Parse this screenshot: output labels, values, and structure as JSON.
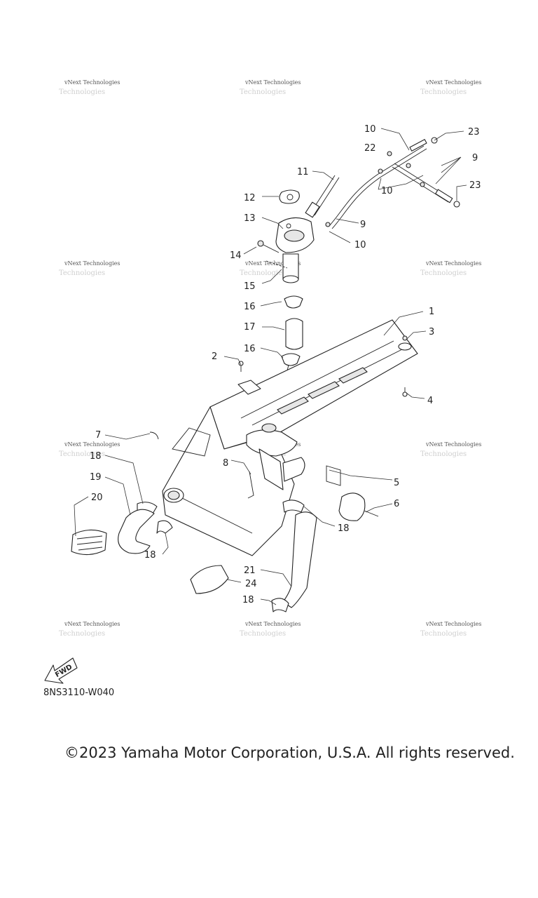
{
  "watermark": {
    "text": "vNext Technologies"
  },
  "callouts": {
    "c1": "1",
    "c2": "2",
    "c3": "3",
    "c4": "4",
    "c5": "5",
    "c6": "6",
    "c7": "7",
    "c8": "8",
    "c9": "9",
    "c10": "10",
    "c11": "11",
    "c12": "12",
    "c13": "13",
    "c14": "14",
    "c15": "15",
    "c16": "16",
    "c17": "17",
    "c18": "18",
    "c19": "19",
    "c20": "20",
    "c21": "21",
    "c22": "22",
    "c23": "23",
    "c24": "24"
  },
  "fwd_label": "FWD",
  "diagram_code": "8NS3110-W040",
  "copyright": "©2023 Yamaha Motor Corporation, U.S.A. All rights reserved."
}
